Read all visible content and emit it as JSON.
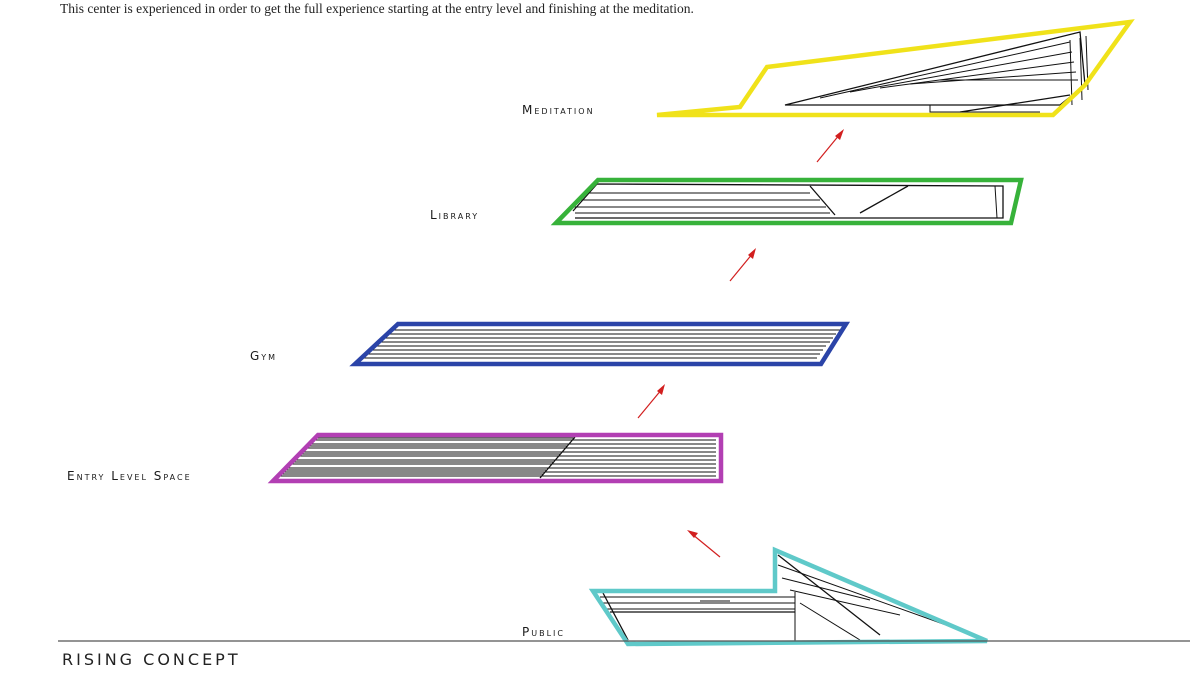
{
  "intro_text": "This center is experienced in order to get the full experience starting at the entry level and finishing at the meditation.",
  "levels": {
    "meditation": {
      "label": "Meditation",
      "color": "#f0e21a"
    },
    "library": {
      "label": "Library",
      "color": "#37b23a"
    },
    "gym": {
      "label": "Gym",
      "color": "#2b44a8"
    },
    "entry": {
      "label": "Entry Level Space",
      "color": "#b23fb3"
    },
    "public": {
      "label": "Public",
      "color": "#5fc9c9"
    }
  },
  "arrow_color": "#d21f1f",
  "footer_title": "RISING CONCEPT"
}
